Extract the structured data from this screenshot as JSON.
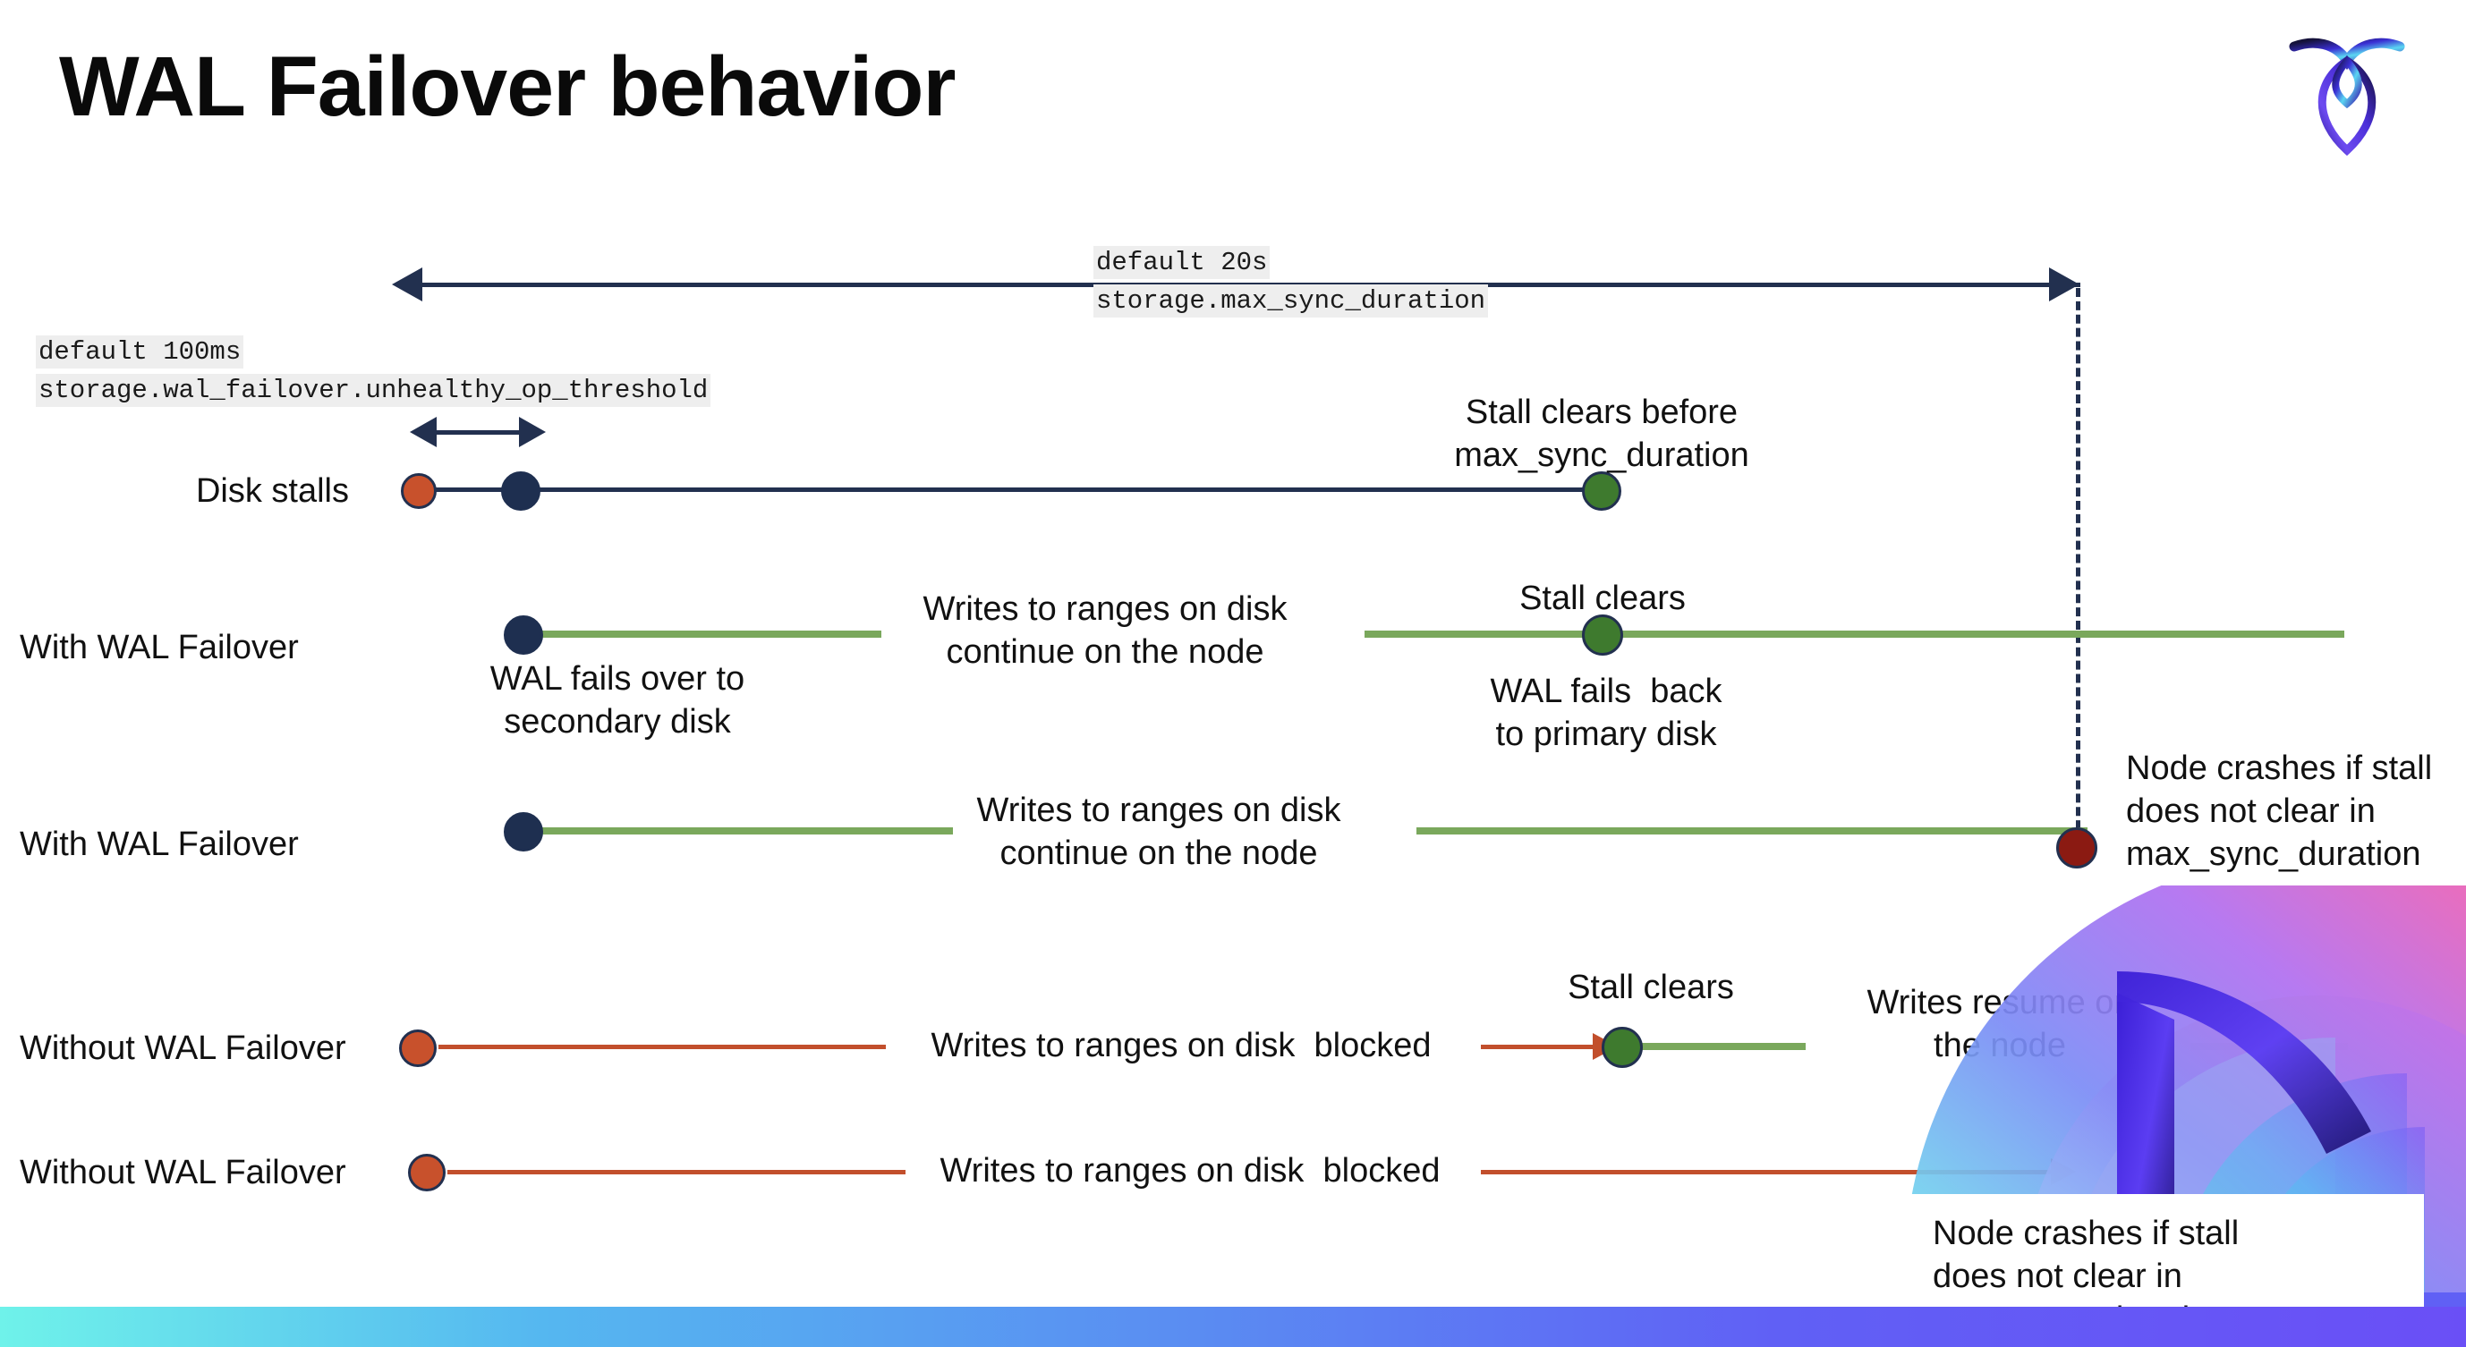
{
  "slide": {
    "title": "WAL Failover behavior",
    "logo_name": "cockroachdb-logo"
  },
  "settings": [
    {
      "id": "max-sync-duration",
      "default_label": "default 20s",
      "setting_label": "storage.max_sync_duration"
    },
    {
      "id": "unhealthy-op-threshold",
      "default_label": "default 100ms",
      "setting_label": "storage.wal_failover.unhealthy_op_threshold"
    }
  ],
  "rows": [
    {
      "id": "disk-stalls",
      "label": "Disk stalls",
      "annotation": "Stall clears before\nmax_sync_duration"
    },
    {
      "id": "with-wal-failover-clears",
      "label": "With WAL Failover",
      "note_start": "WAL fails over to\nsecondary disk",
      "note_mid": "Writes to ranges on disk\ncontinue on the node",
      "note_event": "Stall clears",
      "note_end": "WAL fails  back\nto primary disk"
    },
    {
      "id": "with-wal-failover-crash",
      "label": "With WAL Failover",
      "note_mid": "Writes to ranges on disk\ncontinue on the node",
      "note_crash": "Node crashes if stall\ndoes not clear in\nmax_sync_duration"
    },
    {
      "id": "without-wal-failover-clears",
      "label": "Without WAL Failover",
      "note_mid": "Writes to ranges on disk  blocked",
      "note_event": "Stall clears",
      "note_resume": "Writes resume on\nthe node"
    },
    {
      "id": "without-wal-failover-crash",
      "label": "Without WAL Failover",
      "note_mid": "Writes to ranges on disk  blocked",
      "note_crash": "Node crashes if stall\ndoes not clear in\nmax_sync_duration"
    }
  ],
  "colors": {
    "navy": "#22304f",
    "green_line": "#7aa85c",
    "green_dot": "#3e7a2e",
    "orange_line": "#c24f2c",
    "orange_dot": "#c8512c",
    "dark_red_dot": "#8b1a12",
    "code_highlight": "#eeeeee",
    "bar_gradient_start": "#6ff2ea",
    "bar_gradient_end": "#6a4ff6"
  }
}
